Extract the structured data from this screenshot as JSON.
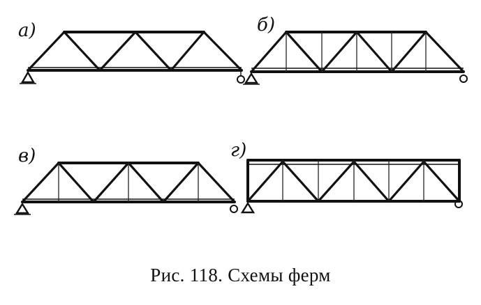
{
  "figure": {
    "caption": "Рис. 118. Схемы ферм",
    "panels": [
      {
        "label": "а)"
      },
      {
        "label": "б)"
      },
      {
        "label": "в)"
      },
      {
        "label": "г)"
      }
    ]
  }
}
